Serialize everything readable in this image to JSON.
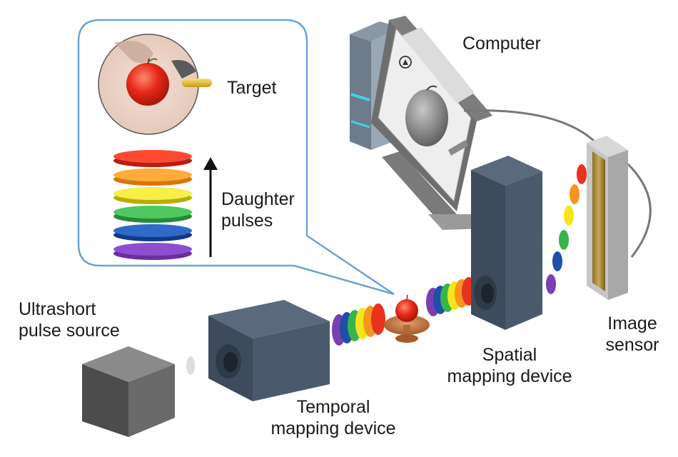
{
  "labels": {
    "computer": "Computer",
    "target": "Target",
    "daughter_line1": "Daughter",
    "daughter_line2": "pulses",
    "source_line1": "Ultrashort",
    "source_line2": "pulse source",
    "temporal_line1": "Temporal",
    "temporal_line2": "mapping device",
    "spatial_line1": "Spatial",
    "spatial_line2": "mapping device",
    "sensor_line1": "Image",
    "sensor_line2": "sensor"
  },
  "pulse_colors": [
    "#e8321e",
    "#f7941d",
    "#f4e61a",
    "#38b54a",
    "#1f4fa8",
    "#7b3fb4"
  ],
  "device_color": "#3d4b5c",
  "callout_border": "#6aa3d8"
}
